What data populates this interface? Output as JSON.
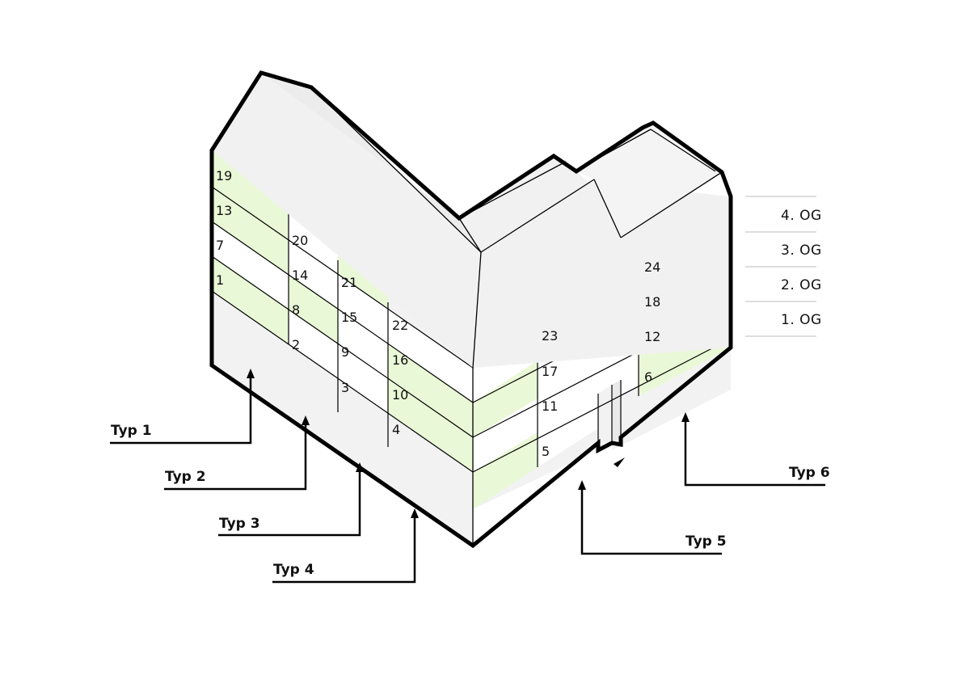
{
  "colors": {
    "green": "#e9f8d6",
    "white": "#ffffff",
    "grey": "#f2f2f2",
    "roof": "#f1f1f1",
    "roof_side": "#e9e9e9",
    "outline": "#000000"
  },
  "units": [
    "19",
    "13",
    "7",
    "1",
    "20",
    "14",
    "8",
    "2",
    "21",
    "15",
    "9",
    "3",
    "22",
    "16",
    "10",
    "4",
    "23",
    "17",
    "11",
    "5",
    "24",
    "18",
    "12",
    "6"
  ],
  "floors": [
    "4. OG",
    "3. OG",
    "2. OG",
    "1. OG"
  ],
  "types": [
    "Typ 1",
    "Typ 2",
    "Typ 3",
    "Typ 4",
    "Typ 5",
    "Typ 6"
  ]
}
